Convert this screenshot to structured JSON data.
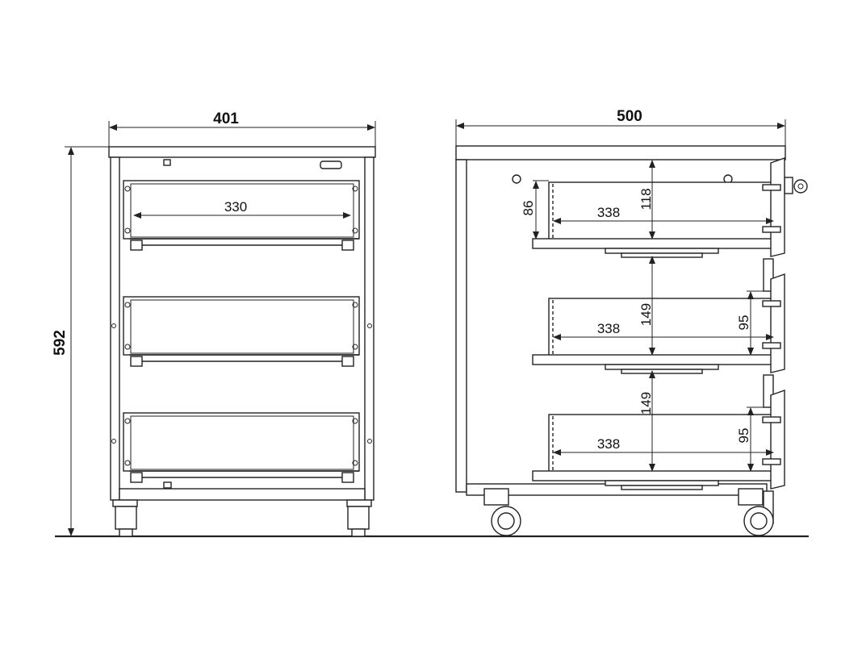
{
  "front_view": {
    "width_label": "401",
    "height_label": "592",
    "drawer_inner_width_label": "330"
  },
  "side_view": {
    "depth_label": "500",
    "drawer_1": {
      "depth_label": "338",
      "height_label": "118",
      "inner_height_label": "86"
    },
    "drawer_2": {
      "depth_label": "338",
      "height_label": "149",
      "inner_height_label": "95"
    },
    "drawer_3": {
      "depth_label": "338",
      "height_label": "149",
      "inner_height_label": "95"
    }
  }
}
